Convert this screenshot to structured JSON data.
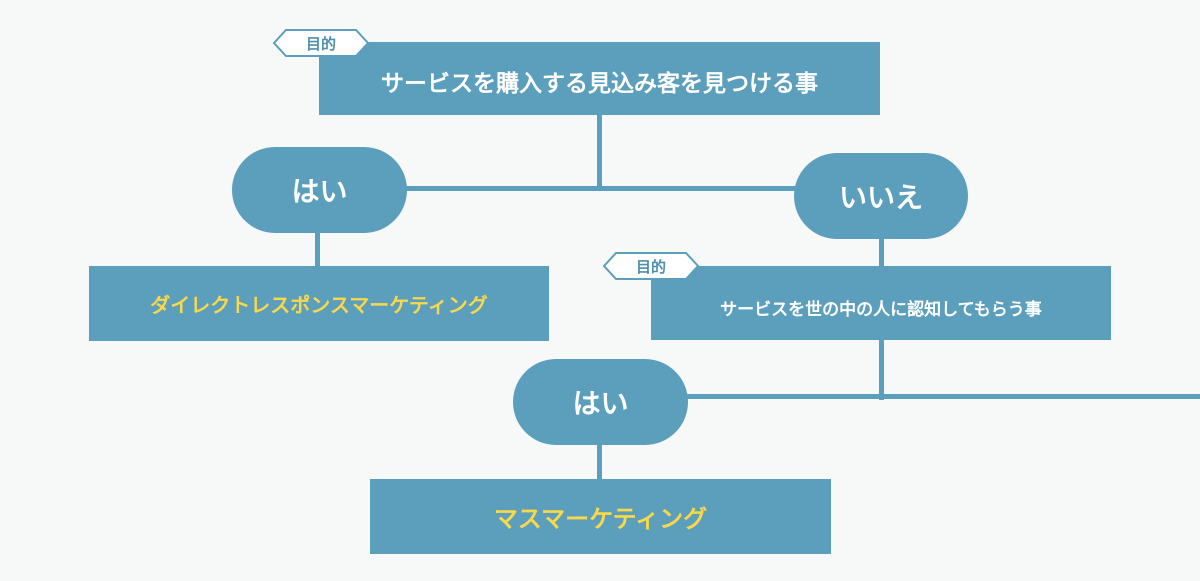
{
  "top": {
    "tag": "目的",
    "goal": "サービスを購入する見込み客を見つける事"
  },
  "branch_left": {
    "answer": "はい",
    "result": "ダイレクトレスポンスマーケティング"
  },
  "branch_right": {
    "answer": "いいえ",
    "tag": "目的",
    "goal": "サービスを世の中の人に認知してもらう事"
  },
  "branch_bottom": {
    "answer": "はい",
    "result": "マスマーケティング"
  },
  "colors": {
    "node": "#5b9fbd",
    "result_text": "#f9d849",
    "text": "#ffffff",
    "tag_fill": "#ffffff",
    "tag_text": "#4f8fad"
  }
}
